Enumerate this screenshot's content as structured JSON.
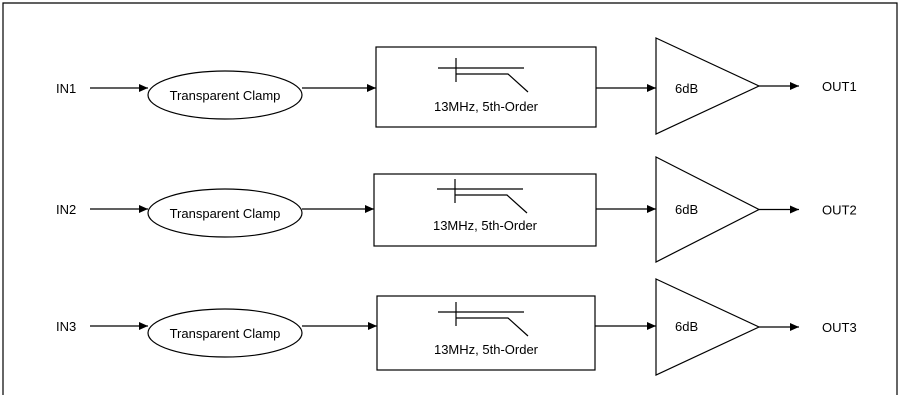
{
  "channels": [
    {
      "input_label": "IN1",
      "clamp_label": "Transparent Clamp",
      "filter_label": "13MHz, 5th-Order",
      "gain_label": "6dB",
      "output_label": "OUT1"
    },
    {
      "input_label": "IN2",
      "clamp_label": "Transparent Clamp",
      "filter_label": "13MHz, 5th-Order",
      "gain_label": "6dB",
      "output_label": "OUT2"
    },
    {
      "input_label": "IN3",
      "clamp_label": "Transparent Clamp",
      "filter_label": "13MHz, 5th-Order",
      "gain_label": "6dB",
      "output_label": "OUT3"
    }
  ],
  "colors": {
    "stroke": "#000000",
    "background": "#ffffff"
  },
  "icons": {
    "filter_symbol": "lowpass-filter-icon",
    "amplifier": "amplifier-triangle-icon",
    "arrow": "arrowhead-icon"
  }
}
